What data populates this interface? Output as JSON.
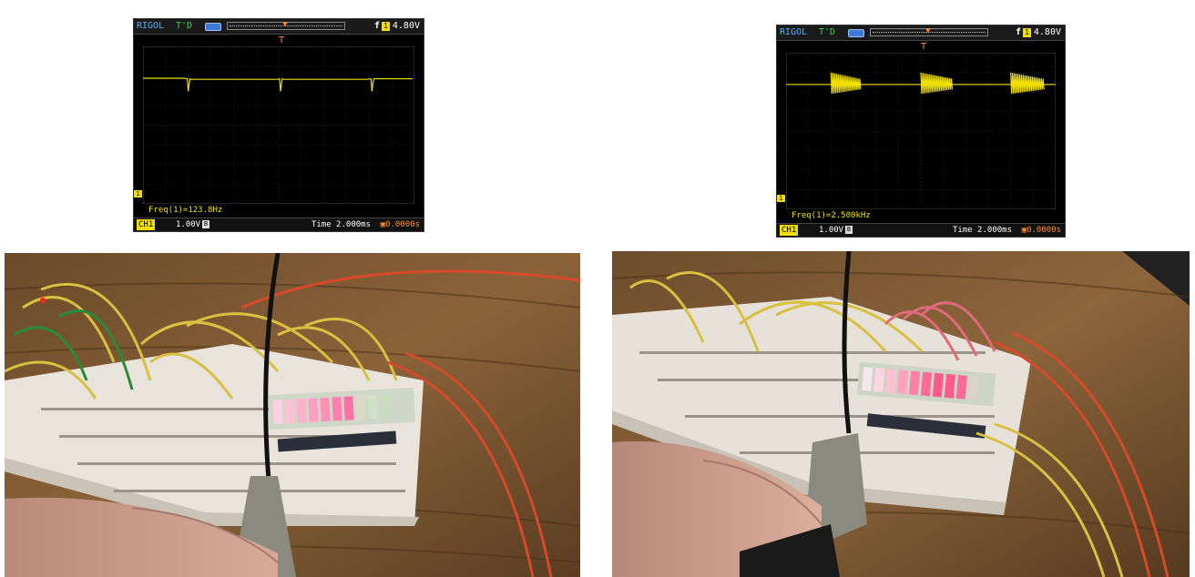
{
  "scopes": [
    {
      "brand": "RIGOL",
      "trigger_state": "T'D",
      "edge_symbol": "f",
      "channel_badge": "1",
      "trigger_level": "4.80V",
      "ground_badge": "1",
      "frequency": "Freq(1)=123.8Hz",
      "channel_label": "CH1",
      "volts_per_div": "1.00V",
      "bw_badge": "B",
      "time_base": "Time 2.000ms",
      "trigger_offset": "0.0000s",
      "trigger_marker": "T",
      "trace_color": "#f0e000",
      "waveform": "spikes"
    },
    {
      "brand": "RIGOL",
      "trigger_state": "T'D",
      "edge_symbol": "f",
      "channel_badge": "1",
      "trigger_level": "4.80V",
      "ground_badge": "1",
      "frequency": "Freq(1)=2.500kHz",
      "channel_label": "CH1",
      "volts_per_div": "1.00V",
      "bw_badge": "B",
      "time_base": "Time 2.000ms",
      "trigger_offset": "0.0000s",
      "trigger_marker": "T",
      "trace_color": "#f0e000",
      "waveform": "bursts"
    }
  ],
  "photos": [
    {
      "subject": "breadboard-led-bargraph",
      "led_color": "#ff5a8a"
    },
    {
      "subject": "breadboard-led-bargraph",
      "led_color": "#ff4f7a"
    }
  ]
}
